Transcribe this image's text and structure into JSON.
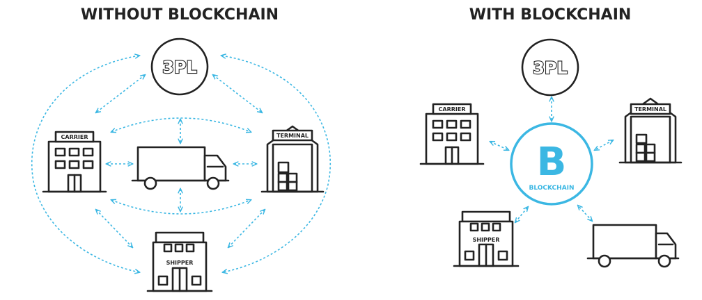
{
  "left_panel": {
    "title": "WITHOUT BLOCKCHAIN",
    "nodes": {
      "tpl": "3PL",
      "carrier": "CARRIER",
      "terminal": "TERMINAL",
      "shipper": "SHIPPER"
    }
  },
  "right_panel": {
    "title": "WITH BLOCKCHAIN",
    "nodes": {
      "tpl": "3PL",
      "carrier": "CARRIER",
      "terminal": "TERMINAL",
      "shipper": "SHIPPER",
      "hub_letter": "B",
      "hub_label": "BLOCKCHAIN"
    }
  },
  "colors": {
    "accent": "#3bb7e3",
    "ink": "#222222",
    "background": "#ffffff"
  },
  "icons": [
    "building-icon",
    "warehouse-icon",
    "truck-icon",
    "store-icon",
    "circle-badge-icon"
  ]
}
